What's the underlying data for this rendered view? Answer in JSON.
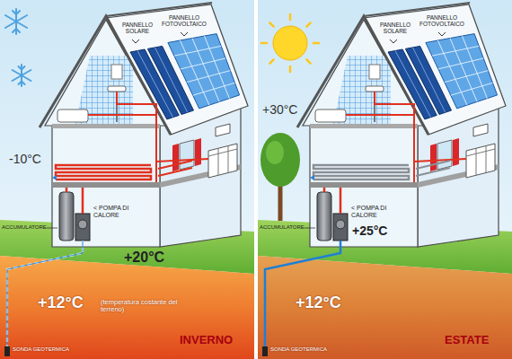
{
  "diagram": {
    "labels": [
      "PANNELLO SOLARE",
      "PANNELLO FOTOVOLTAICO",
      "-10°C",
      "ACCUMULATORE",
      "< POMPA DI CALORE",
      "+20°C",
      "+12°C",
      "(temperatura costante del terreno)",
      "INVERNO",
      "SONDA GEOTERMICA",
      "PANNELLO SOLARE",
      "PANNELLO FOTOVOLTAICO",
      "+30°C",
      "ACCUMULATORE",
      "< POMPA DI CALORE",
      "+25°C",
      "+12°C",
      "ESTATE",
      "SONDA GEOTERMICA"
    ]
  }
}
